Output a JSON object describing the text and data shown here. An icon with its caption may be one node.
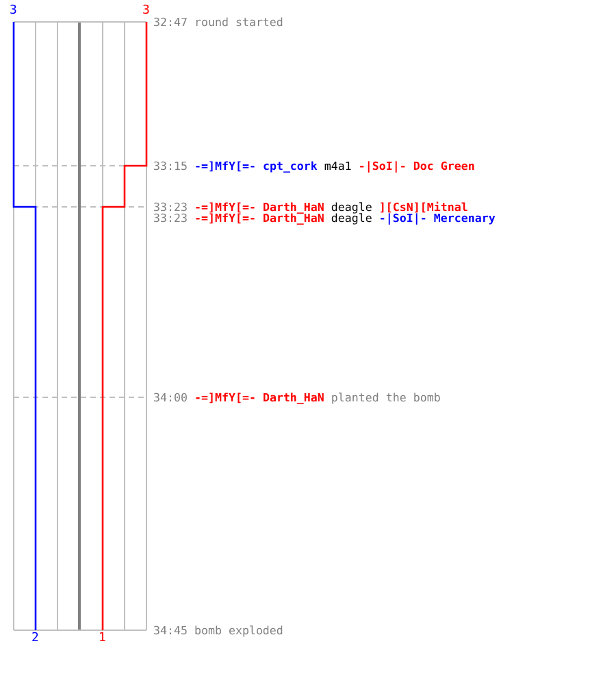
{
  "diagram": {
    "labels": [
      "3",
      "3",
      "32:47",
      "round started",
      "33:15",
      "-=]MfY[=-",
      "cpt_cork",
      "m4a1",
      "-|SoI|-",
      "Doc Green",
      "33:23",
      "-=]MfY[=-",
      "Darth_HaN",
      "deagle",
      "][CsN][Mitnal",
      "33:23",
      "-=]MfY[=-",
      "Darth_HaN",
      "deagle",
      "-|SoI|-",
      "Mercenary",
      "34:00",
      "-=]MfY[=-",
      "Darth_HaN",
      "planted the bomb",
      "34:45",
      "bomb exploded",
      "2",
      "1"
    ]
  }
}
